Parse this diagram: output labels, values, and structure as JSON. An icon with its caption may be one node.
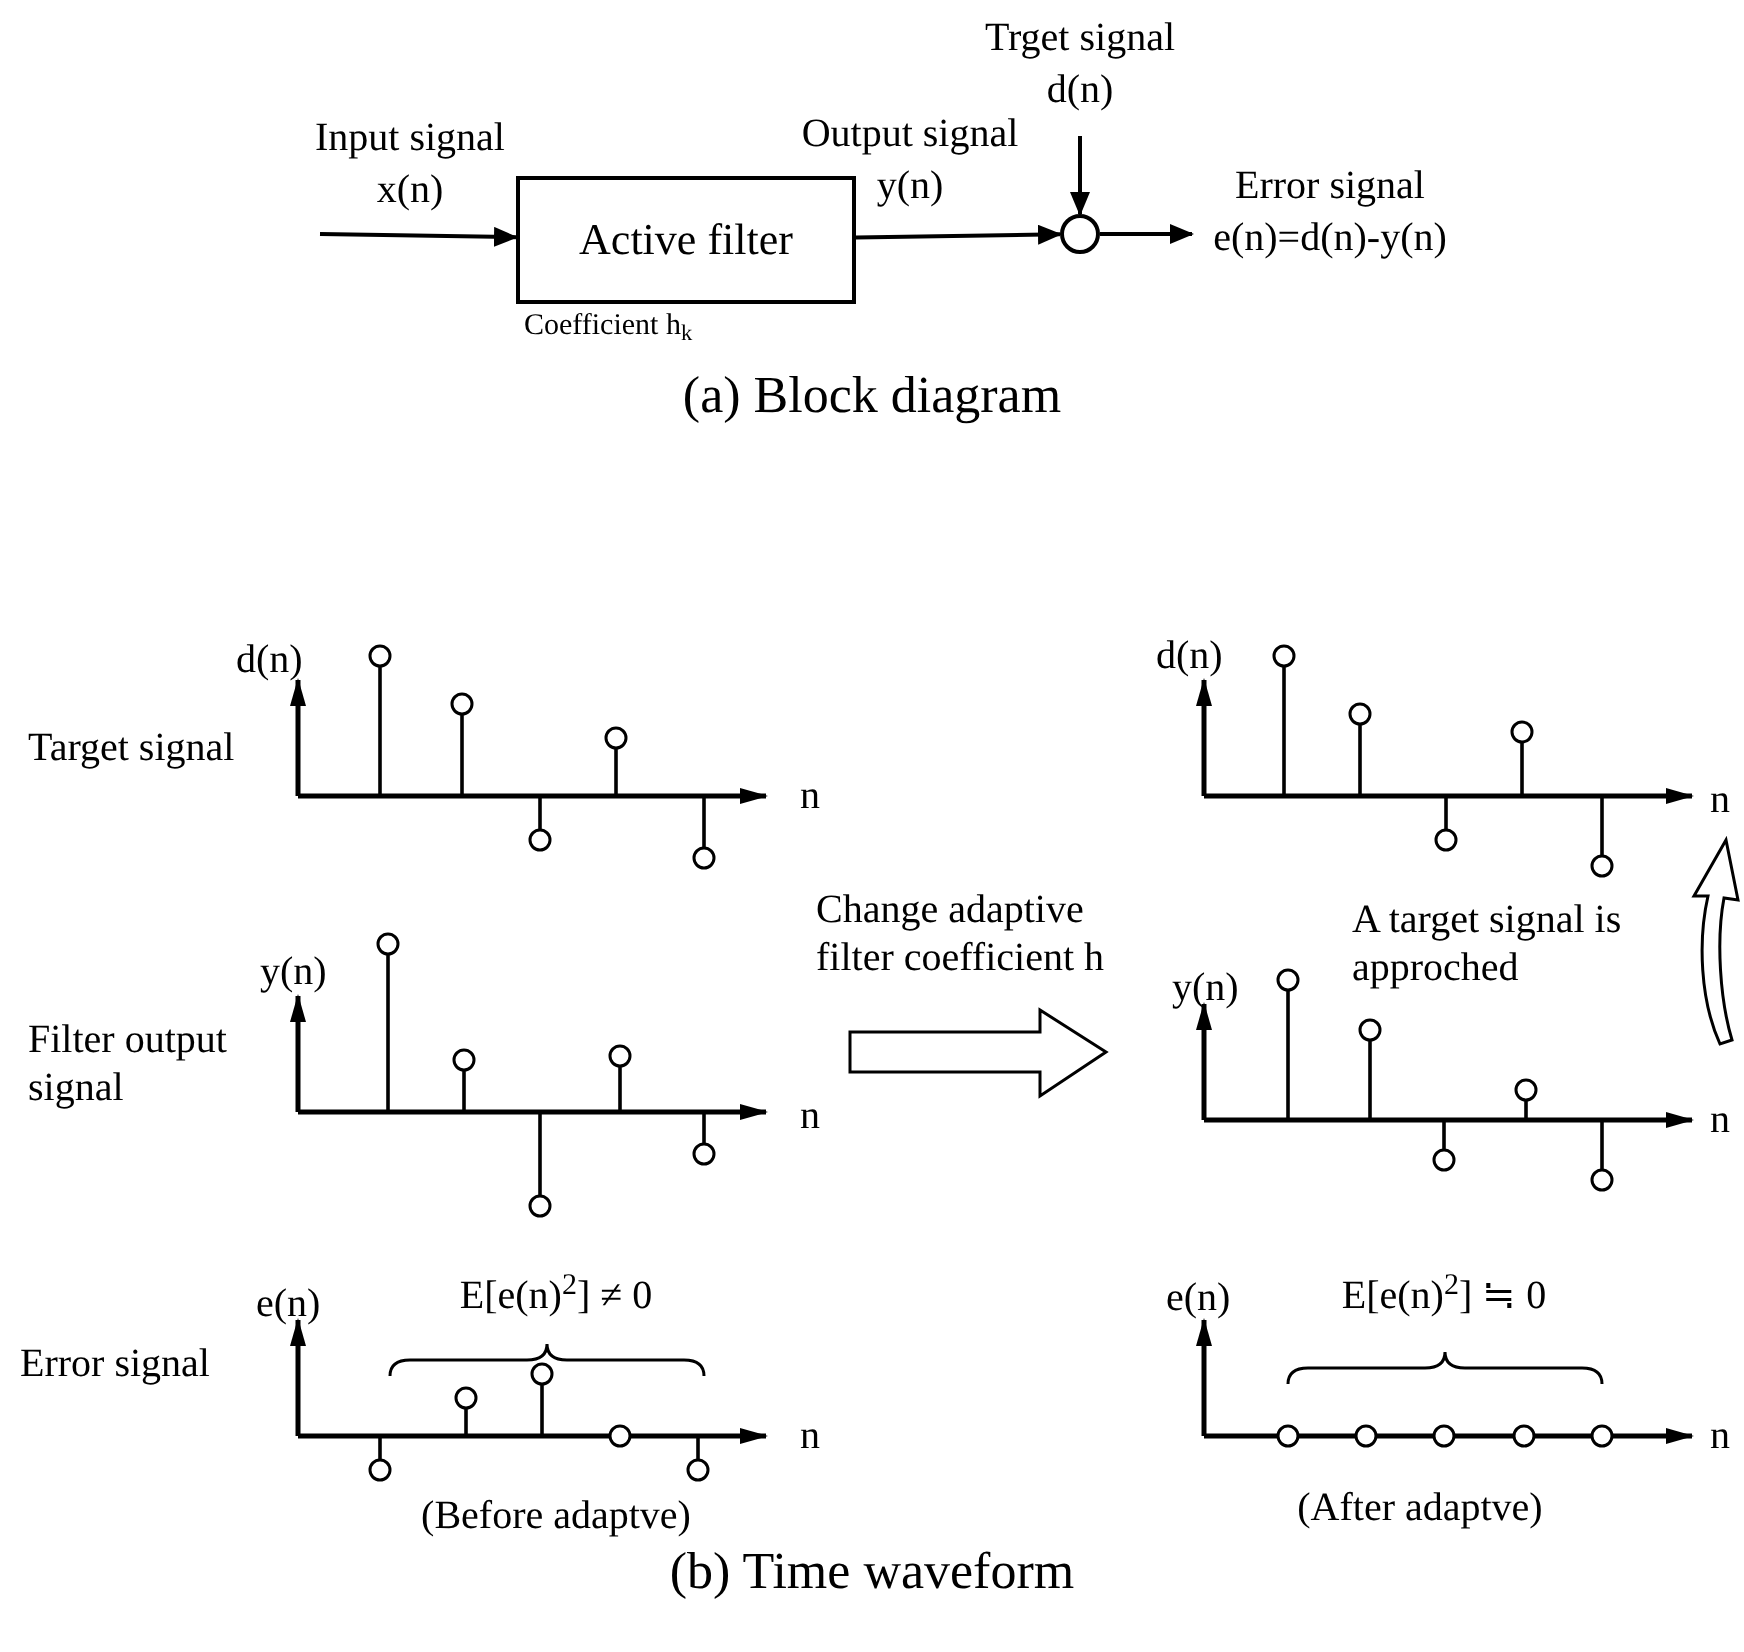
{
  "diagram": {
    "nodes": [
      {
        "text": [
          "Active filter"
        ],
        "beside": [
          "Coefficient h$_{k}$"
        ]
      },
      {
        "text": [],
        "shape": "circle"
      }
    ],
    "edges": [
      {
        "from": null,
        "to": 0,
        "arrow": "to",
        "label": "Input signal x(n)"
      },
      {
        "from": 0,
        "to": 1,
        "arrow": "to",
        "label": "Output signal y(n)"
      },
      {
        "from": null,
        "to": 1,
        "arrow": "to",
        "label": "Trget signal d(n)"
      },
      {
        "from": 1,
        "to": null,
        "arrow": "to",
        "label": "Error signal e(n)=d(n)-y(n)"
      }
    ],
    "labels": [
      "(a) Block diagram",
      "d(n)",
      "Target signal",
      "n",
      "d(n)",
      "n",
      "Change adaptive filter coefficient h",
      "A target signal is approched",
      "y(n)",
      "Filter output signal",
      "n",
      "y(n)",
      "n",
      "e(n)",
      "E[e(n)$^{2}$] ≠ 0",
      "Error signal",
      "n",
      "e(n)",
      "E[e(n)$^{2}$] ≒ 0",
      "n",
      "(Before adaptve)",
      "(After adaptve)",
      "(b) Time waveform"
    ]
  }
}
